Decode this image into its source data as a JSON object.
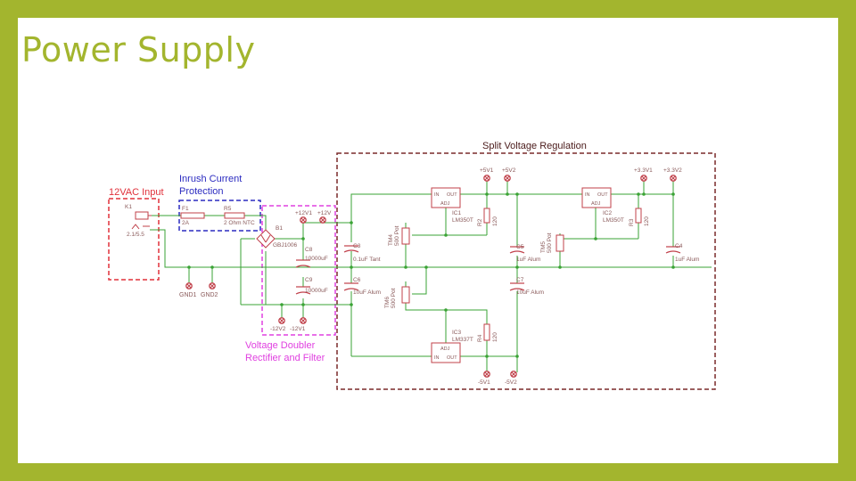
{
  "slide": {
    "title": "Power Supply"
  },
  "colors": {
    "background_border": "#a3b52e",
    "title": "#a3b52e",
    "wire": "#3aa335",
    "component": "#c0404a",
    "component_text": "#8a5a5a",
    "input_box": "#e0303a",
    "inrush_box": "#2b2bc0",
    "doubler_box": "#e040e0",
    "regulation_box": "#7a2a2a"
  },
  "blocks": {
    "input": "12VAC Input",
    "inrush_line1": "Inrush Current",
    "inrush_line2": "Protection",
    "doubler_line1": "Voltage Doubler",
    "doubler_line2": "Rectifier and Filter",
    "regulation": "Split Voltage Regulation"
  },
  "components": {
    "k1": "K1",
    "k1_val": "2.1/5.5",
    "f1": "F1",
    "f1_val": "2A",
    "r5": "R5",
    "r5_val": "2 Ohm NTC",
    "b1": "B1",
    "b1_val": "GBJ1006",
    "c8": "C8",
    "c8_val": "10000uF",
    "c9": "C9",
    "c9_val": "10000uF",
    "c3": "C3",
    "c3_val": "0.1uF Tant",
    "c6": "C6",
    "c6_val": "10uF Alum",
    "tm4": "TM4",
    "tm4_val": "500 Pot",
    "tm6": "TM6",
    "tm6_val": "500 Pot",
    "ic1": "IC1",
    "ic1_val": "LM350T",
    "ic2": "IC2",
    "ic2_val": "LM350T",
    "ic3": "IC3",
    "ic3_val": "LM337T",
    "r2": "R2",
    "r2_val": "120",
    "r3": "R3",
    "r3_val": "120",
    "r4": "R4",
    "r4_val": "120",
    "c5": "C5",
    "c5_val": "1uF Alum",
    "c7": "C7",
    "c7_val": "10uF Alum",
    "tm5": "TM5",
    "tm5_val": "500 Pot",
    "c4": "C4",
    "c4_val": "1uF Alum",
    "pin_in": "IN",
    "pin_out": "OUT",
    "pin_adj": "ADJ"
  },
  "nets": {
    "p12v1": "+12V1",
    "p12v": "+12V",
    "m12v2": "-12V2",
    "m12v1": "-12V1",
    "gnd1": "GND1",
    "gnd2": "GND2",
    "p5v1": "+5V1",
    "p5v2": "+5V2",
    "p33v1": "+3.3V1",
    "p33v2": "+3.3V2",
    "m5v1": "-5V1",
    "m5v2": "-5V2"
  }
}
